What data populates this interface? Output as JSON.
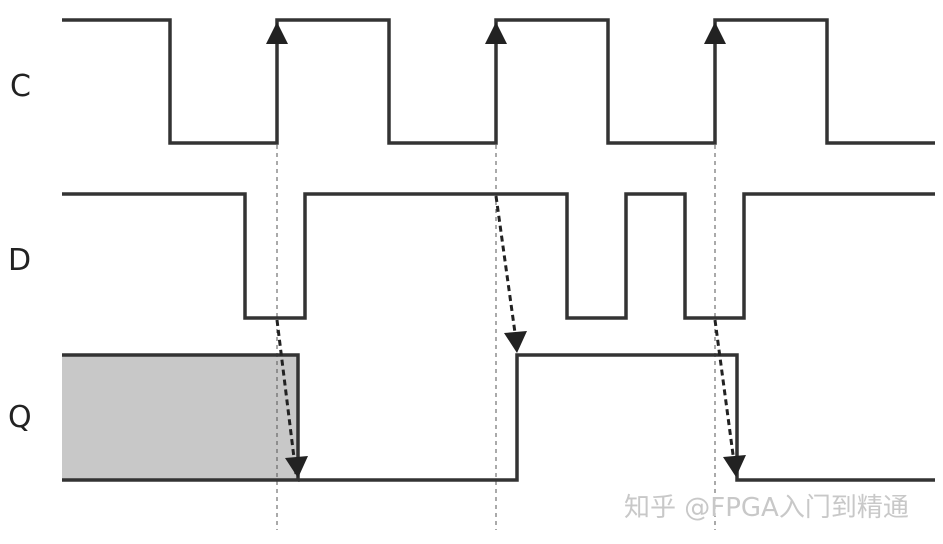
{
  "signals": {
    "clock_label": "C",
    "data_label": "D",
    "output_label": "Q"
  },
  "watermark": {
    "text": "知乎 @FPGA入门到精通"
  },
  "colors": {
    "waveform": "#333333",
    "unknown_region_fill": "#c8c8c8",
    "guide_line": "#555555",
    "causality_arrow": "#222222",
    "watermark": "#c8c8c8"
  },
  "icons": {
    "clock_edge_marker": "up-arrow-icon",
    "causality_marker": "dashed-arrow"
  }
}
